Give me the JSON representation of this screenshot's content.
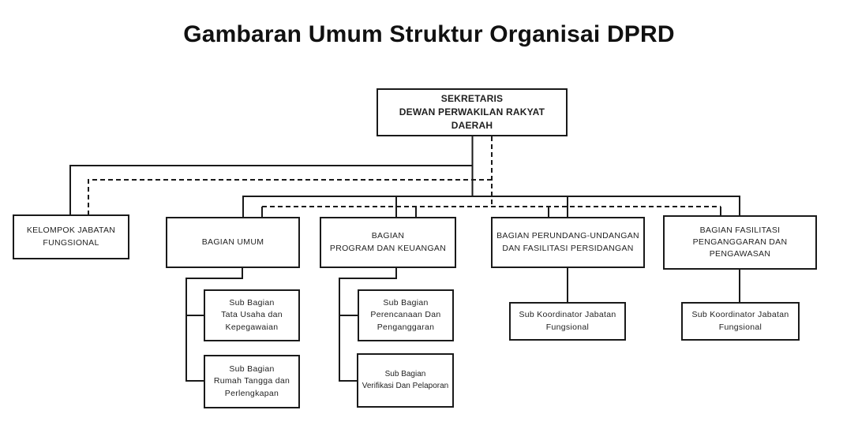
{
  "title": "Gambaran Umum Struktur Organisai DPRD",
  "colors": {
    "background": "#ffffff",
    "line": "#1a1a1a",
    "text": "#1f1f1f"
  },
  "nodes": {
    "sekretaris": {
      "label": "SEKRETARIS\nDEWAN PERWAKILAN RAKYAT\nDAERAH"
    },
    "kelompok_jabatan": {
      "label": "KELOMPOK JABATAN\nFUNGSIONAL"
    },
    "bagian_umum": {
      "label": "BAGIAN UMUM"
    },
    "bagian_program": {
      "label": "BAGIAN\nPROGRAM DAN KEUANGAN"
    },
    "bagian_perundang": {
      "label": "BAGIAN PERUNDANG-UNDANGAN\nDAN FASILITASI PERSIDANGAN"
    },
    "bagian_fasilitasi": {
      "label": "BAGIAN FASILITASI\nPENGANGGARAN DAN\nPENGAWASAN"
    },
    "sub_tata_usaha": {
      "label": "Sub Bagian\nTata Usaha dan\nKepegawaian"
    },
    "sub_rumah_tangga": {
      "label": "Sub Bagian\nRumah Tangga dan\nPerlengkapan"
    },
    "sub_perencanaan": {
      "label": "Sub Bagian\nPerencanaan Dan\nPenganggaran"
    },
    "sub_verifikasi": {
      "label": "Sub Bagian\nVerifikasi Dan Pelaporan"
    },
    "sub_koordinator_perundang": {
      "label": "Sub Koordinator Jabatan\nFungsional"
    },
    "sub_koordinator_fasilitasi": {
      "label": "Sub Koordinator Jabatan\nFungsional"
    }
  },
  "structure": {
    "root": "sekretaris",
    "children_of_root": [
      "kelompok_jabatan",
      "bagian_umum",
      "bagian_program",
      "bagian_perundang",
      "bagian_fasilitasi"
    ],
    "connection_styles_from_root": [
      "solid",
      "dashed"
    ],
    "children_of_bagian_umum": [
      "sub_tata_usaha",
      "sub_rumah_tangga"
    ],
    "children_of_bagian_program": [
      "sub_perencanaan",
      "sub_verifikasi"
    ],
    "children_of_bagian_perundang": [
      "sub_koordinator_perundang"
    ],
    "children_of_bagian_fasilitasi": [
      "sub_koordinator_fasilitasi"
    ]
  }
}
